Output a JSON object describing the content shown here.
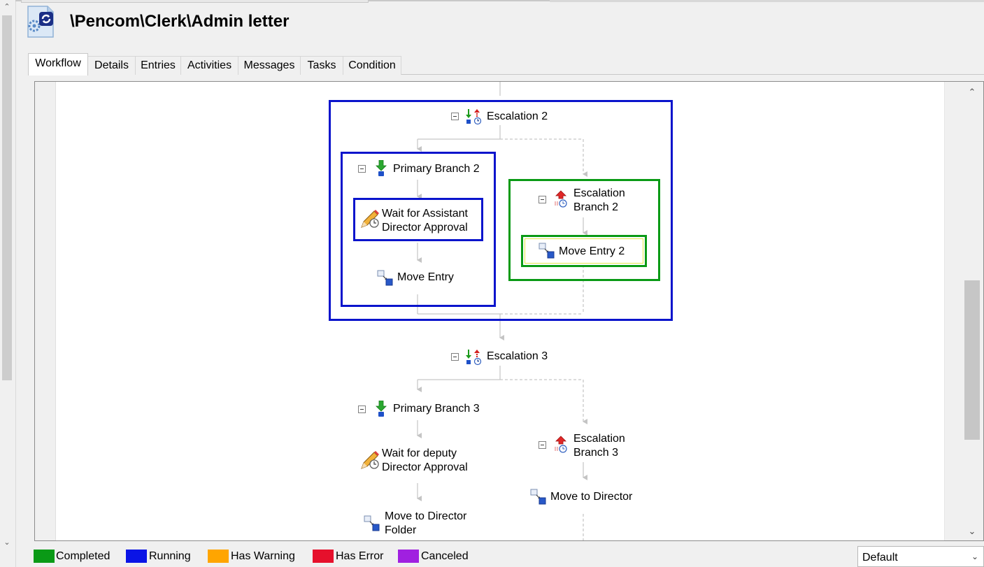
{
  "title": "\\Pencom\\Clerk\\Admin letter",
  "tabs": [
    {
      "label": "Workflow"
    },
    {
      "label": "Details"
    },
    {
      "label": "Entries"
    },
    {
      "label": "Activities"
    },
    {
      "label": "Messages"
    },
    {
      "label": "Tasks"
    },
    {
      "label": "Condition"
    }
  ],
  "workflow": {
    "escalation2": "Escalation 2",
    "primary_branch2": "Primary Branch 2",
    "wait_asst_line1": "Wait for Assistant",
    "wait_asst_line2": "Director Approval",
    "move_entry": "Move Entry",
    "esc_branch2_line1": "Escalation",
    "esc_branch2_line2": "Branch 2",
    "move_entry2": "Move Entry 2",
    "escalation3": "Escalation 3",
    "primary_branch3": "Primary Branch 3",
    "wait_deputy_line1": "Wait for deputy",
    "wait_deputy_line2": "Director Approval",
    "esc_branch3_line1": "Escalation",
    "esc_branch3_line2": "Branch 3",
    "move_to_director": "Move to Director",
    "move_folder_line1": "Move to Director",
    "move_folder_line2": "Folder"
  },
  "legend": [
    {
      "label": "Completed",
      "color": "#0a9a16"
    },
    {
      "label": "Running",
      "color": "#0a14e6"
    },
    {
      "label": "Has Warning",
      "color": "#ffa500"
    },
    {
      "label": "Has Error",
      "color": "#e6102c"
    },
    {
      "label": "Canceled",
      "color": "#a020e0"
    }
  ],
  "status_colors": {
    "running": "#0a14cc",
    "completed": "#0a9a16"
  },
  "zoom_select": {
    "value": "Default"
  },
  "icons": {
    "document": "workflow-document-icon",
    "escalation": "escalation-icon",
    "primary_branch": "green-down-arrow-icon",
    "escalation_branch": "red-up-arrow-timer-icon",
    "wait": "pencil-clock-icon",
    "move": "move-entry-icon"
  }
}
